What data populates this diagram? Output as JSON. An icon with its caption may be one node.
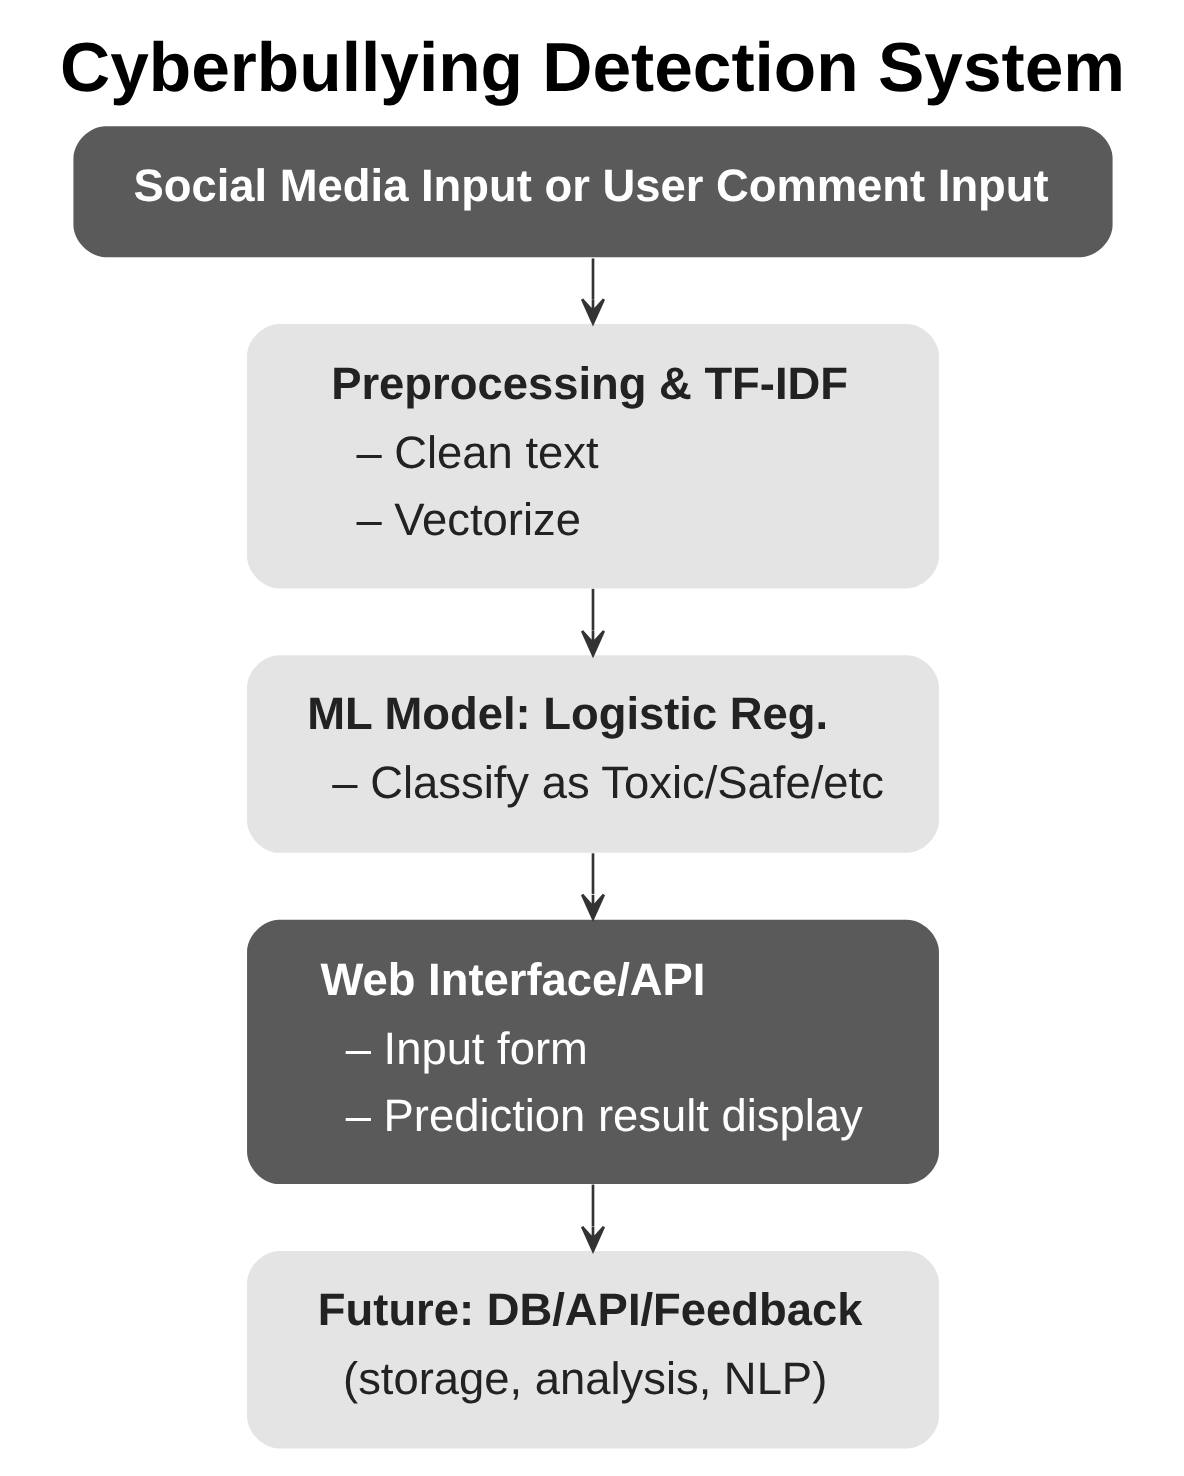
{
  "diagram": {
    "title": "Cyberbullying Detection System",
    "nodes": [
      {
        "text": [
          "Social Media Input or User Comment Input"
        ]
      },
      {
        "text": [
          "Preprocessing & TF-IDF",
          "– Clean text",
          "– Vectorize"
        ]
      },
      {
        "text": [
          "ML Model: Logistic Reg.",
          "– Classify as Toxic/Safe/etc"
        ]
      },
      {
        "text": [
          "Web Interface/API",
          "– Input form",
          "– Prediction result display"
        ]
      },
      {
        "text": [
          "Future: DB/API/Feedback",
          "(storage, analysis, NLP)"
        ]
      }
    ],
    "edges": [
      {
        "from": 0,
        "to": 1,
        "arrow": "to"
      },
      {
        "from": 1,
        "to": 2,
        "arrow": "to"
      },
      {
        "from": 2,
        "to": 3,
        "arrow": "to"
      },
      {
        "from": 3,
        "to": 4,
        "arrow": "to"
      }
    ]
  }
}
